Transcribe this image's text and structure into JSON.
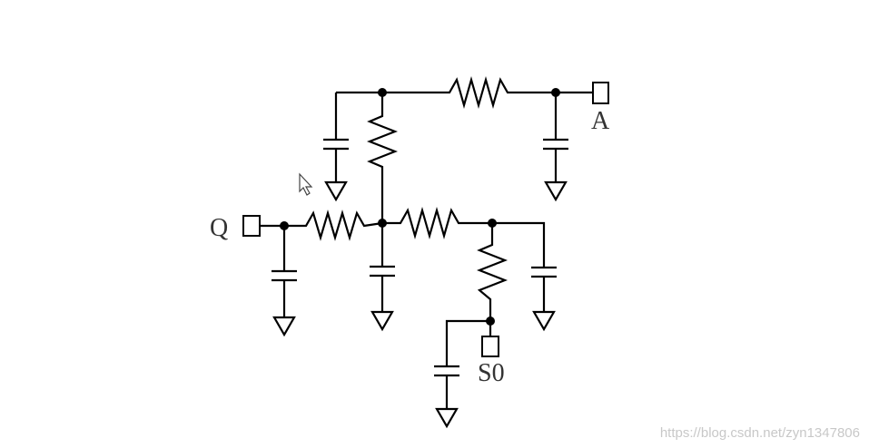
{
  "labels": {
    "A": "A",
    "Q": "Q",
    "S0": "S0"
  },
  "watermark": "https://blog.csdn.net/zyn1347806",
  "icons": {
    "cursor": "mouse-pointer-icon"
  }
}
